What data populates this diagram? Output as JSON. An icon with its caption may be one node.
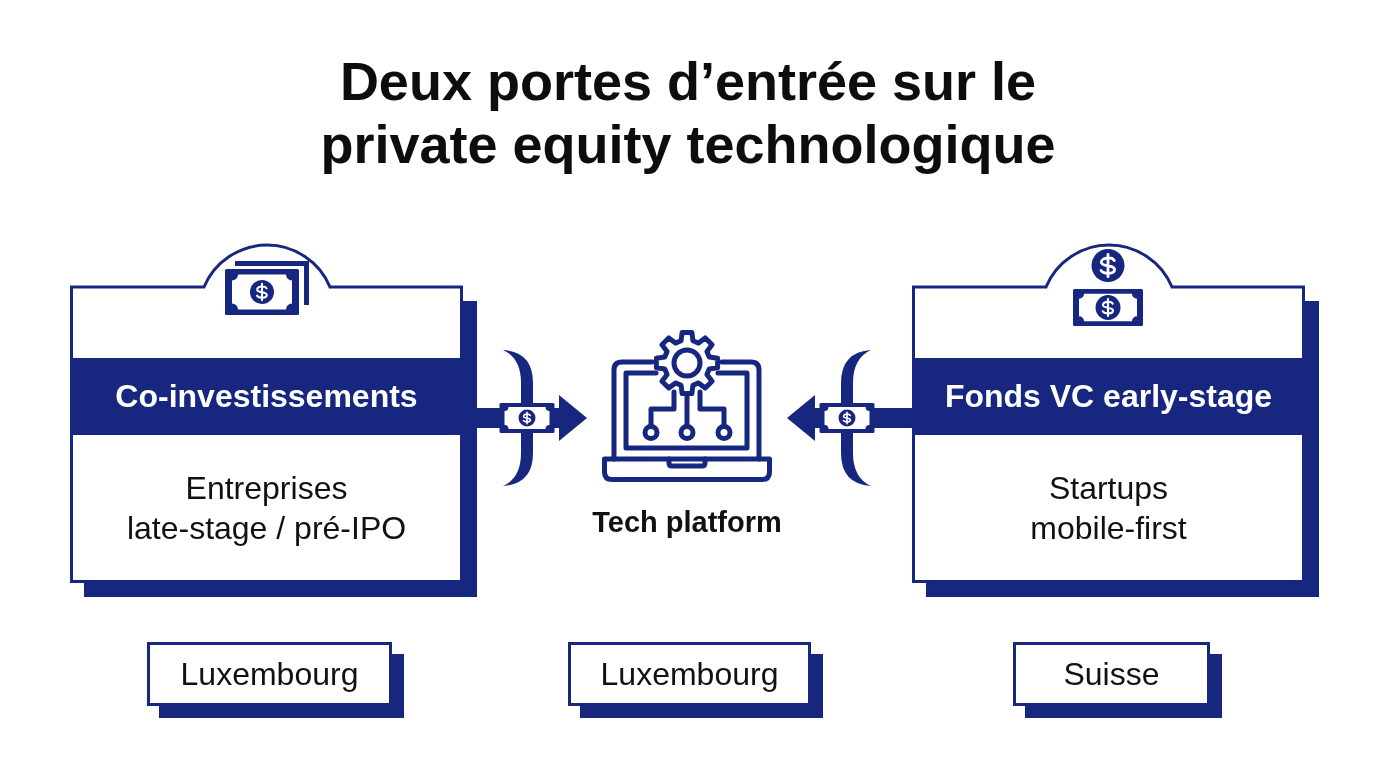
{
  "diagram": {
    "title": "Deux portes d’entrée sur le private equity technologique",
    "nodes": [
      {
        "text": [
          "Co-investissements",
          "Entreprises late-stage / pré-IPO"
        ]
      },
      {
        "text": [
          "Tech platform"
        ]
      },
      {
        "text": [
          "Fonds VC early-stage",
          "Startups mobile-first"
        ]
      },
      {
        "text": [
          "Luxembourg"
        ]
      },
      {
        "text": [
          "Luxembourg"
        ]
      },
      {
        "text": [
          "Suisse"
        ]
      }
    ],
    "edges": [
      {
        "from": 0,
        "to": 1,
        "arrow": "to"
      },
      {
        "from": 2,
        "to": 1,
        "arrow": "to"
      }
    ]
  }
}
